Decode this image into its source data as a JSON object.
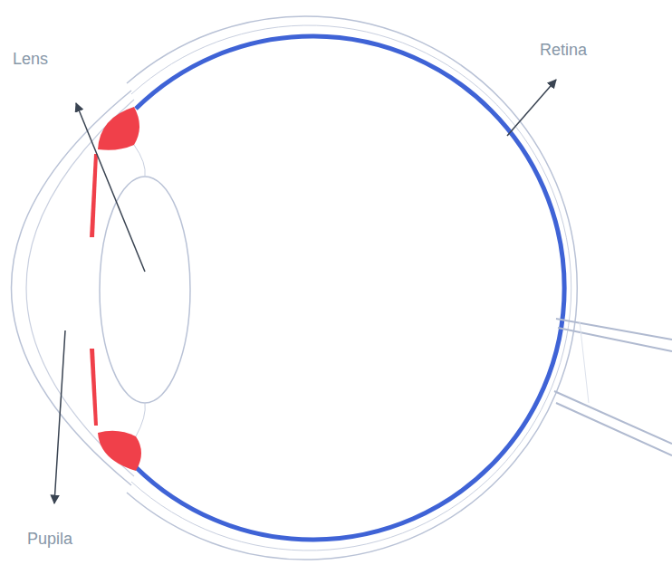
{
  "diagram": {
    "labels": [
      "Lens",
      "Retina",
      "Pupila"
    ]
  }
}
